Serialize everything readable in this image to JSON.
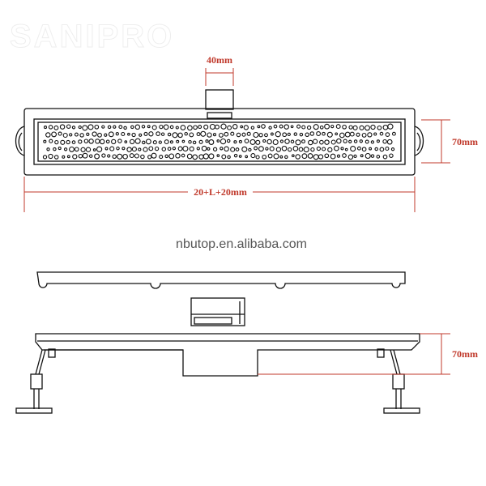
{
  "brand": {
    "logo_text": "SANIPRO",
    "website": "nbutop.en.alibaba.com",
    "watermark_color": "#555555"
  },
  "dimensions": {
    "outlet_width": "40mm",
    "top_height": "70mm",
    "total_length": "20+L+20mm",
    "side_height": "70mm",
    "dimension_color": "#c0392b"
  },
  "views": {
    "top_view": "shower-drain-top-view",
    "side_view": "shower-drain-side-section"
  }
}
